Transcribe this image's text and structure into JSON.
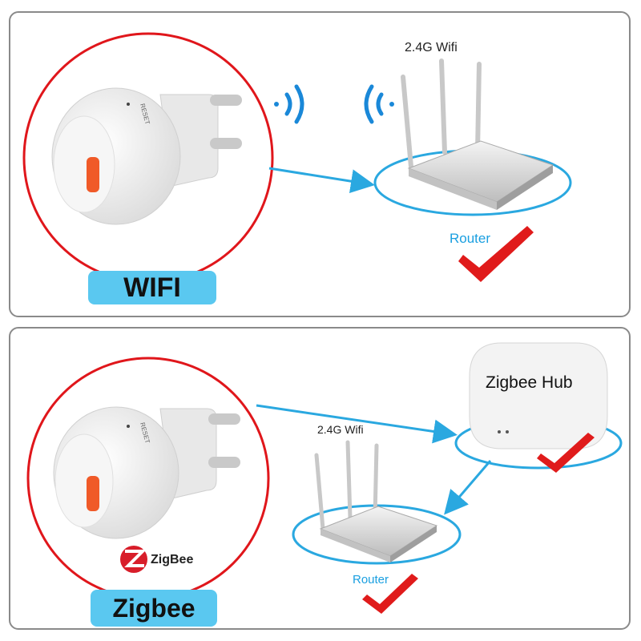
{
  "wifi_section": {
    "band_label": "2.4G Wifi",
    "router_label": "Router",
    "pill_label": "WIFI",
    "device_button_text": "RESET"
  },
  "zigbee_section": {
    "band_label": "2.4G Wifi",
    "router_label": "Router",
    "hub_label": "Zigbee Hub",
    "logo_text": "ZigBee",
    "pill_label": "Zigbee",
    "device_button_text": "RESET"
  },
  "colors": {
    "panel_border": "#8a8a8a",
    "circle_red": "#e0161b",
    "arrow_blue": "#2aa8e0",
    "pill_blue": "#5ac8f0",
    "check_red": "#e01b1b",
    "wifi_signal": "#1a88d8"
  },
  "icons": [
    "wifi-signal-icon",
    "checkmark-icon",
    "arrow-icon",
    "zigbee-logo-icon"
  ]
}
